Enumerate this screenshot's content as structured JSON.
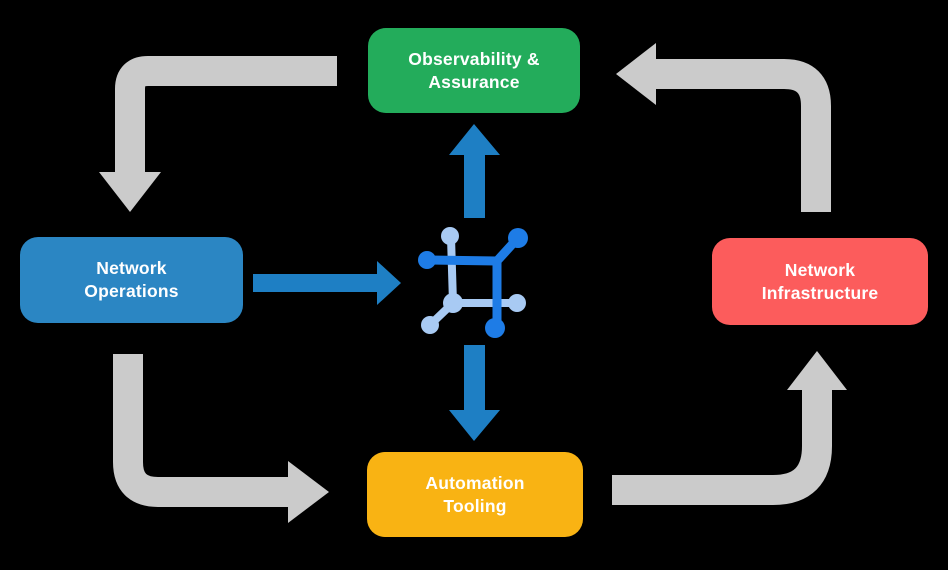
{
  "diagram": {
    "title": "Network operations feedback loop",
    "background_color": "#000000",
    "text_color": "#FFFFFF",
    "nodes": [
      {
        "id": "observability",
        "lines": [
          "Observability &",
          "Assurance"
        ],
        "color": "#23AC5B"
      },
      {
        "id": "operations",
        "lines": [
          "Network",
          "Operations"
        ],
        "color": "#2B86C3"
      },
      {
        "id": "infrastructure",
        "lines": [
          "Network",
          "Infrastructure"
        ],
        "color": "#FC5C5C"
      },
      {
        "id": "automation",
        "lines": [
          "Automation",
          "Tooling"
        ],
        "color": "#F9B313"
      }
    ],
    "arrow_style": {
      "cycle_color": "#CBCBCB",
      "flow_color": "#1E7FC4"
    },
    "center_icon": {
      "name": "network-automation-icon",
      "primary_color": "#1E7CE6",
      "secondary_color": "#A8CAF3"
    },
    "connections": [
      "Observability & Assurance -> Network Operations (cycle)",
      "Network Operations -> Automation Tooling (cycle)",
      "Automation Tooling -> Network Infrastructure (cycle)",
      "Network Infrastructure -> Observability & Assurance (cycle)",
      "Network Operations -> center icon (flow)",
      "center icon -> Observability & Assurance (flow)",
      "center icon -> Automation Tooling (flow)"
    ]
  }
}
